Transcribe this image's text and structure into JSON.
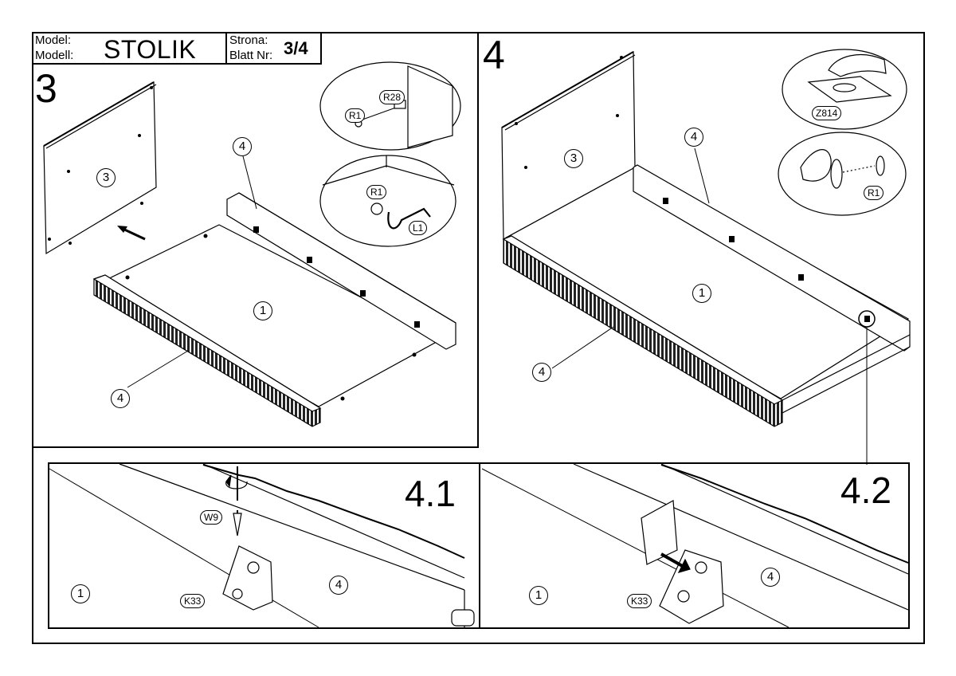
{
  "header": {
    "model_label": "Model:",
    "modell_label": "Modell:",
    "model_name": "STOLIK",
    "page_label": "Strona:",
    "page_label_de": "Blatt Nr:",
    "page_number": "3/4"
  },
  "steps": {
    "step3": "3",
    "step4": "4",
    "step41": "4.1",
    "step42": "4.2"
  },
  "parts": {
    "p1": "1",
    "p3": "3",
    "p4": "4"
  },
  "hardware": {
    "r1": "R1",
    "r28": "R28",
    "l1": "L1",
    "z814": "Z814",
    "w9": "W9",
    "k33": "K33"
  }
}
